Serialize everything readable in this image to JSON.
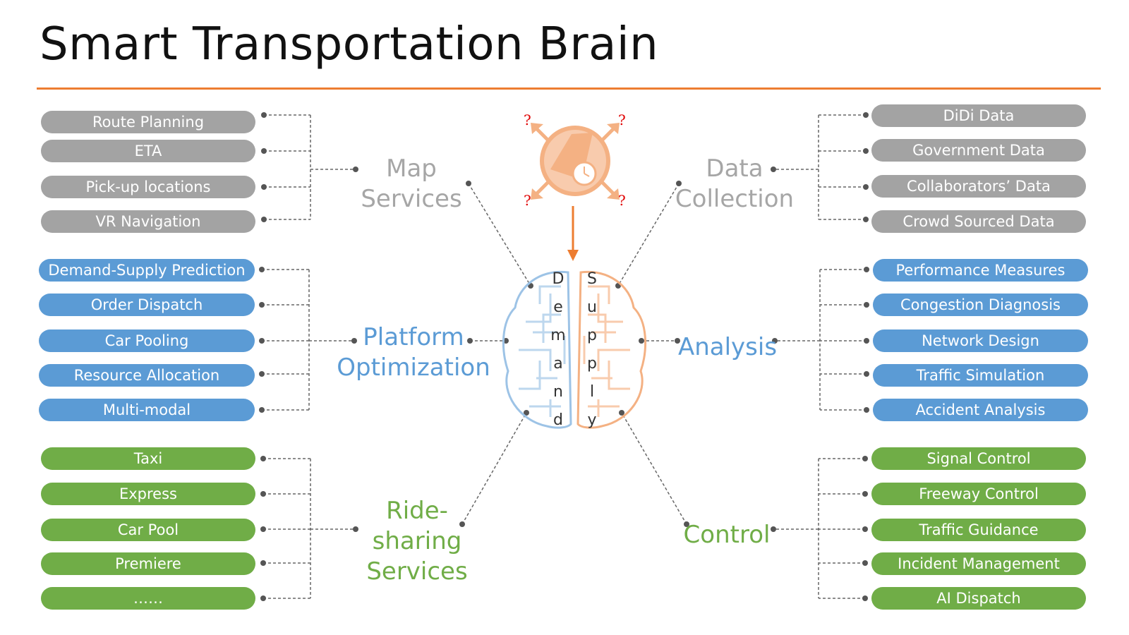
{
  "title": "Smart Transportation Brain",
  "colors": {
    "accent": "#ed7d31",
    "gray": "#a3a3a3",
    "blue": "#5b9bd5",
    "green": "#70ad47"
  },
  "icons": {
    "hub": "traffic-hub-icon",
    "brain": "circuit-brain-icon"
  },
  "brain": {
    "left_word": [
      "D",
      "e",
      "m",
      "a",
      "n",
      "d"
    ],
    "right_word": [
      "S",
      "u",
      "p",
      "p",
      "l",
      "y"
    ],
    "question_mark": "?"
  },
  "map_services": {
    "label_line1": "Map",
    "label_line2": "Services",
    "items": [
      "Route Planning",
      "ETA",
      "Pick-up locations",
      "VR Navigation"
    ]
  },
  "platform_optimization": {
    "label_line1": "Platform",
    "label_line2": "Optimization",
    "items": [
      "Demand-Supply Prediction",
      "Order Dispatch",
      "Car Pooling",
      "Resource Allocation",
      "Multi-modal"
    ]
  },
  "ride_sharing": {
    "label_line1": "Ride-sharing",
    "label_line2": "Services",
    "items": [
      "Taxi",
      "Express",
      "Car Pool",
      "Premiere",
      "……"
    ]
  },
  "data_collection": {
    "label_line1": "Data",
    "label_line2": "Collection",
    "items": [
      "DiDi Data",
      "Government Data",
      "Collaborators’ Data",
      "Crowd Sourced Data"
    ]
  },
  "analysis": {
    "label": "Analysis",
    "items": [
      "Performance Measures",
      "Congestion Diagnosis",
      "Network Design",
      "Traffic Simulation",
      "Accident Analysis"
    ]
  },
  "control": {
    "label": "Control",
    "items": [
      "Signal Control",
      "Freeway Control",
      "Traffic Guidance",
      "Incident Management",
      "AI Dispatch"
    ]
  }
}
